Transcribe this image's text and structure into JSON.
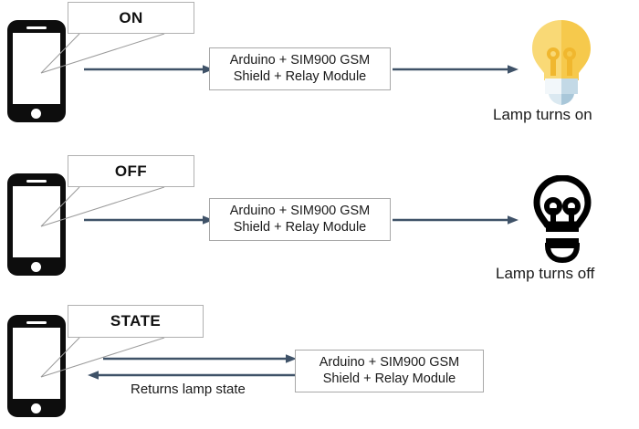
{
  "diagram": {
    "title": "GSM controlled lamp sequence diagram",
    "background_color": "#ffffff",
    "arrow_color": "#3f5268",
    "box_border_color": "#a8a8a8",
    "bulb_on_color": "#f6d365",
    "bulb_on_shade_color": "#fbc94a",
    "bulb_base_color": "#eef3f6",
    "bulb_base_shade_color": "#b4cddc",
    "bulb_off_color": "#000000"
  },
  "rows": [
    {
      "id": "row-on",
      "command": "ON",
      "device_line1": "Arduino + SIM900 GSM",
      "device_line2": "Shield + Relay Module",
      "result_caption": "Lamp turns on",
      "bulb_state": "on",
      "bulb_icon": "lightbulb-on-icon",
      "phone_icon": "smartphone-icon"
    },
    {
      "id": "row-off",
      "command": "OFF",
      "device_line1": "Arduino + SIM900 GSM",
      "device_line2": "Shield + Relay Module",
      "result_caption": "Lamp turns off",
      "bulb_state": "off",
      "bulb_icon": "lightbulb-off-icon",
      "phone_icon": "smartphone-icon"
    },
    {
      "id": "row-state",
      "command": "STATE",
      "device_line1": "Arduino + SIM900 GSM",
      "device_line2": "Shield + Relay Module",
      "return_label": "Returns lamp state",
      "result_caption": "",
      "bulb_state": "none",
      "phone_icon": "smartphone-icon"
    }
  ]
}
